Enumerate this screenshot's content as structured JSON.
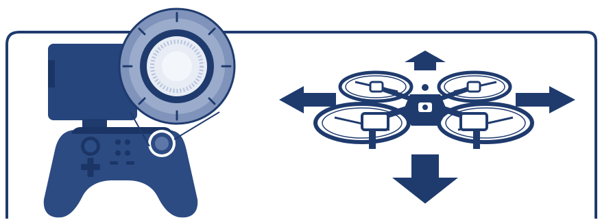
{
  "illustration": {
    "panel": "instruction-panel",
    "controller": {
      "device": "handheld-controller-with-phone-mount",
      "highlighted_control": "right-joystick",
      "magnifier": "joystick-zoom-inset"
    },
    "drone": {
      "type": "quadcopter",
      "movement_arrows": [
        "up",
        "left",
        "right",
        "down"
      ]
    },
    "colors": {
      "primary": "#1f3b6e",
      "background": "#ffffff",
      "highlight": "#e9eef7"
    }
  }
}
